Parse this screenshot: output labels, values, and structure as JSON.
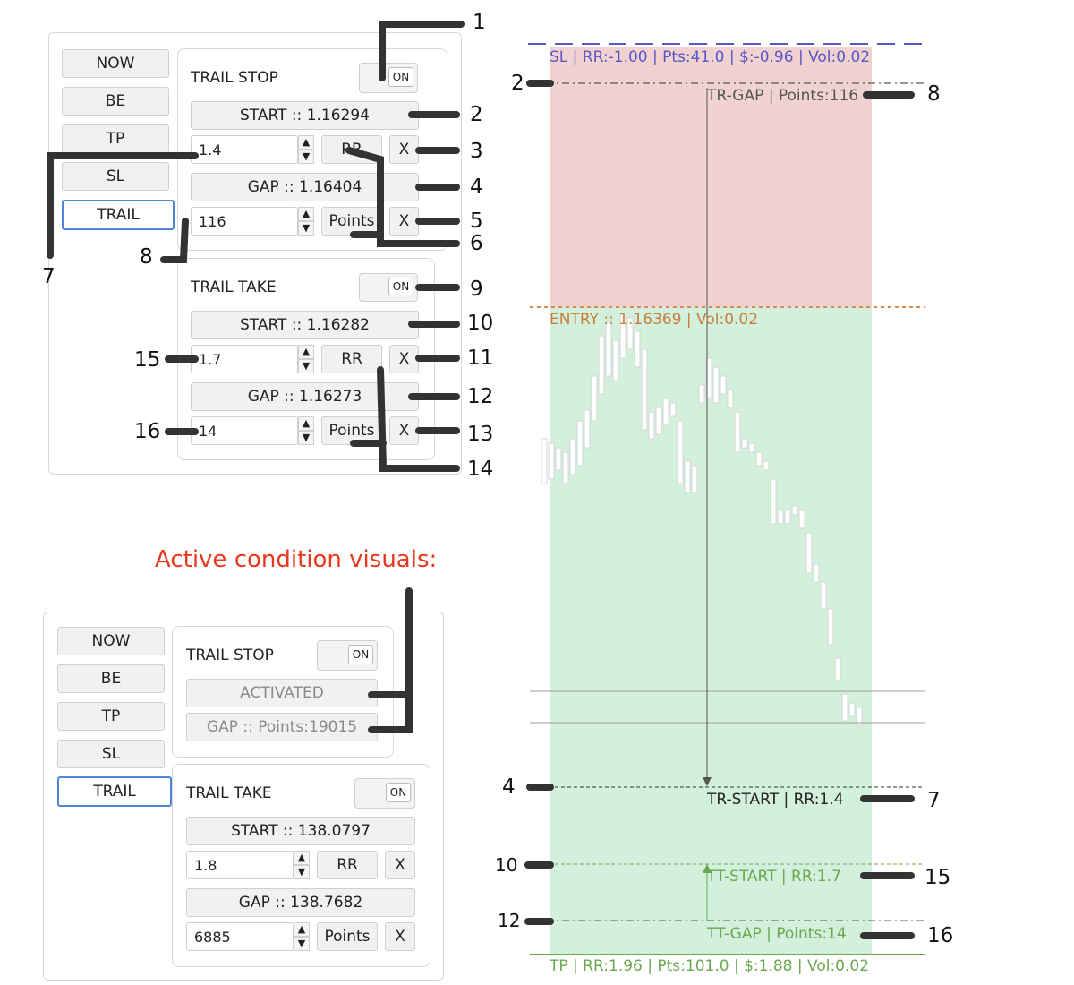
{
  "panel1": {
    "side_buttons": [
      "NOW",
      "BE",
      "TP",
      "SL",
      "TRAIL"
    ],
    "trail_stop": {
      "title": "TRAIL STOP",
      "toggle": "ON",
      "start": "START :: 1.16294",
      "rr_value": "1.4",
      "rr_button": "RR",
      "x": "X",
      "gap": "GAP :: 1.16404",
      "points_value": "116",
      "points_button": "Points"
    },
    "trail_take": {
      "title": "TRAIL TAKE",
      "toggle": "ON",
      "start": "START :: 1.16282",
      "rr_value": "1.7",
      "rr_button": "RR",
      "x": "X",
      "gap": "GAP :: 1.16273",
      "points_value": "14",
      "points_button": "Points"
    }
  },
  "heading": "Active condition visuals:",
  "panel2": {
    "side_buttons": [
      "NOW",
      "BE",
      "TP",
      "SL",
      "TRAIL"
    ],
    "trail_stop": {
      "title": "TRAIL STOP",
      "toggle": "ON",
      "activated": "ACTIVATED",
      "gap": "GAP :: Points:19015"
    },
    "trail_take": {
      "title": "TRAIL TAKE",
      "toggle": "ON",
      "start": "START :: 138.0797",
      "rr_value": "1.8",
      "rr_button": "RR",
      "x": "X",
      "gap": "GAP :: 138.7682",
      "points_value": "6885",
      "points_button": "Points"
    }
  },
  "chart": {
    "sl_label": "SL | RR:-1.00 | Pts:41.0 | $:-0.96 | Vol:0.02",
    "tr_gap_label": "TR-GAP | Points:116",
    "entry_label": "ENTRY :: 1.16369 | Vol:0.02",
    "tr_start_label": "TR-START | RR:1.4",
    "tt_start_label": "TT-START | RR:1.7",
    "tt_gap_label": "TT-GAP | Points:14",
    "tp_label": "TP | RR:1.96 | Pts:101.0 | $:1.88 | Vol:0.02",
    "colors": {
      "loss_zone": "#f0d3d1",
      "profit_zone": "#d3f0dc",
      "sl": "#5b55c8",
      "entry": "#c87e3c",
      "tp": "#6aa84f"
    }
  },
  "callouts": {
    "n1": "1",
    "n2a": "2",
    "n3": "3",
    "n4a": "4",
    "n5": "5",
    "n6": "6",
    "n7a": "7",
    "n8a": "8",
    "n9": "9",
    "n10a": "10",
    "n11": "11",
    "n12a": "12",
    "n13": "13",
    "n14": "14",
    "n15a": "15",
    "n16a": "16",
    "n2b": "2",
    "n8b": "8",
    "n4b": "4",
    "n7b": "7",
    "n10b": "10",
    "n15b": "15",
    "n12b": "12",
    "n16b": "16"
  }
}
